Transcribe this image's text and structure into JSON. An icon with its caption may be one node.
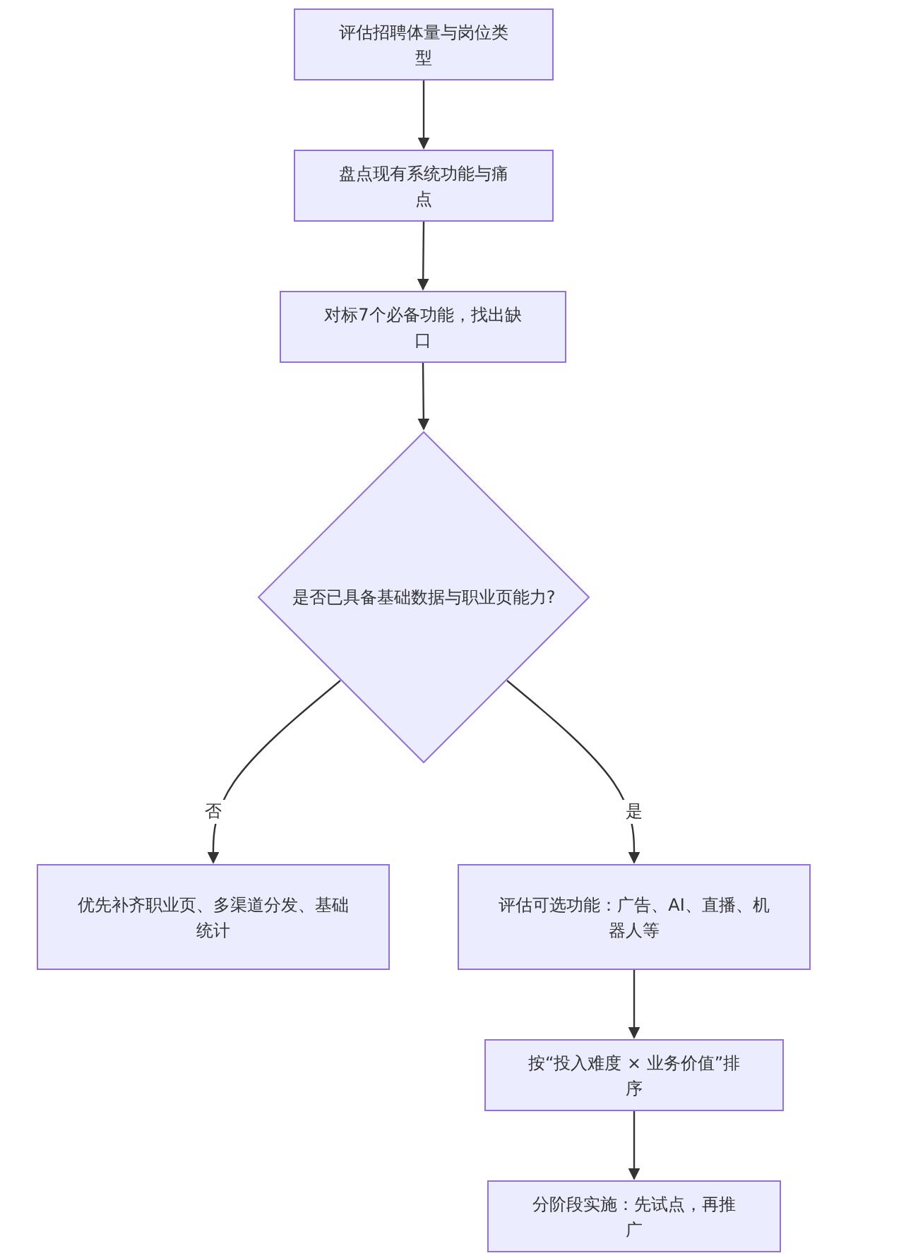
{
  "diagram": {
    "nodes": [
      {
        "text": [
          "评估招聘体量与岗位类型"
        ]
      },
      {
        "text": [
          "盘点现有系统功能与痛点"
        ]
      },
      {
        "text": [
          "对标7个必备功能，找出缺口"
        ]
      },
      {
        "text": [
          "是否已具备基础数据与职业页能力?"
        ]
      },
      {
        "text": [
          "优先补齐职业页、多渠道分发、基础统计"
        ]
      },
      {
        "text": [
          "评估可选功能：广告、AI、直播、机器人等"
        ]
      },
      {
        "text": [
          "按“投入难度 × 业务价值”排序"
        ]
      },
      {
        "text": [
          "分阶段实施：先试点，再推广"
        ]
      }
    ],
    "edges": [
      {
        "from": 0,
        "to": 1,
        "arrow": "to"
      },
      {
        "from": 1,
        "to": 2,
        "arrow": "to"
      },
      {
        "from": 2,
        "to": 3,
        "arrow": "to"
      },
      {
        "from": 3,
        "to": 4,
        "arrow": "to",
        "label": "否"
      },
      {
        "from": 3,
        "to": 5,
        "arrow": "to",
        "label": "是"
      },
      {
        "from": 5,
        "to": 6,
        "arrow": "to"
      },
      {
        "from": 6,
        "to": 7,
        "arrow": "to"
      }
    ]
  }
}
